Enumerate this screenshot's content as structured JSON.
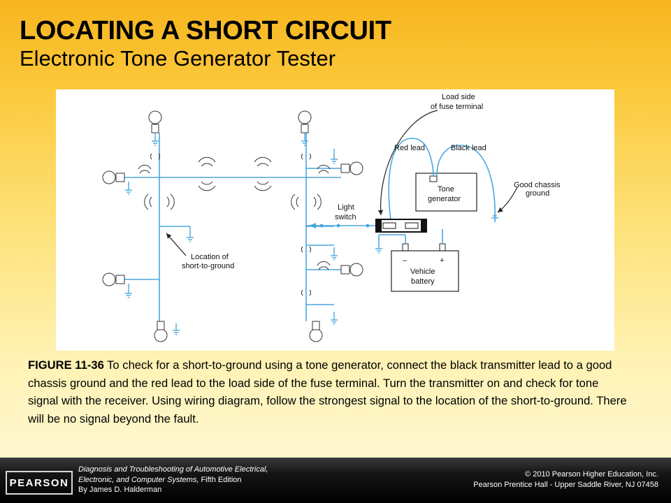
{
  "slide": {
    "title": "LOCATING A SHORT CIRCUIT",
    "subtitle": "Electronic Tone Generator Tester"
  },
  "diagram": {
    "labels": {
      "load_side": [
        "Load side",
        "of fuse terminal"
      ],
      "red_lead": "Red lead",
      "black_lead": "Black lead",
      "tone_generator": [
        "Tone",
        "generator"
      ],
      "chassis_ground": [
        "Good chassis",
        "ground"
      ],
      "light_switch": [
        "Light",
        "switch"
      ],
      "location": [
        "Location of",
        "short-to-ground"
      ],
      "vehicle_battery": [
        "Vehicle",
        "battery"
      ],
      "minus": "–",
      "plus": "+"
    },
    "colors": {
      "wire": "#4aa6de",
      "ink": "#222222"
    }
  },
  "caption": {
    "figure_label": "FIGURE 11-36",
    "text": " To check for a short-to-ground using a tone generator, connect the black transmitter lead to a good chassis ground and the red lead to the load side of the fuse terminal. Turn the transmitter on and check for tone signal with the receiver. Using wiring diagram, follow the strongest signal to the location of the short-to-ground. There will be no signal beyond the fault."
  },
  "footer": {
    "logo": "PEARSON",
    "book_title_line1": "Diagnosis and Troubleshooting of Automotive Electrical,",
    "book_title_line2": "Electronic, and Computer Systems,",
    "edition": " Fifth Edition",
    "author": "By James D. Halderman",
    "copyright_line1": "© 2010 Pearson Higher Education, Inc.",
    "copyright_line2": "Pearson Prentice Hall - Upper Saddle River, NJ 07458"
  }
}
